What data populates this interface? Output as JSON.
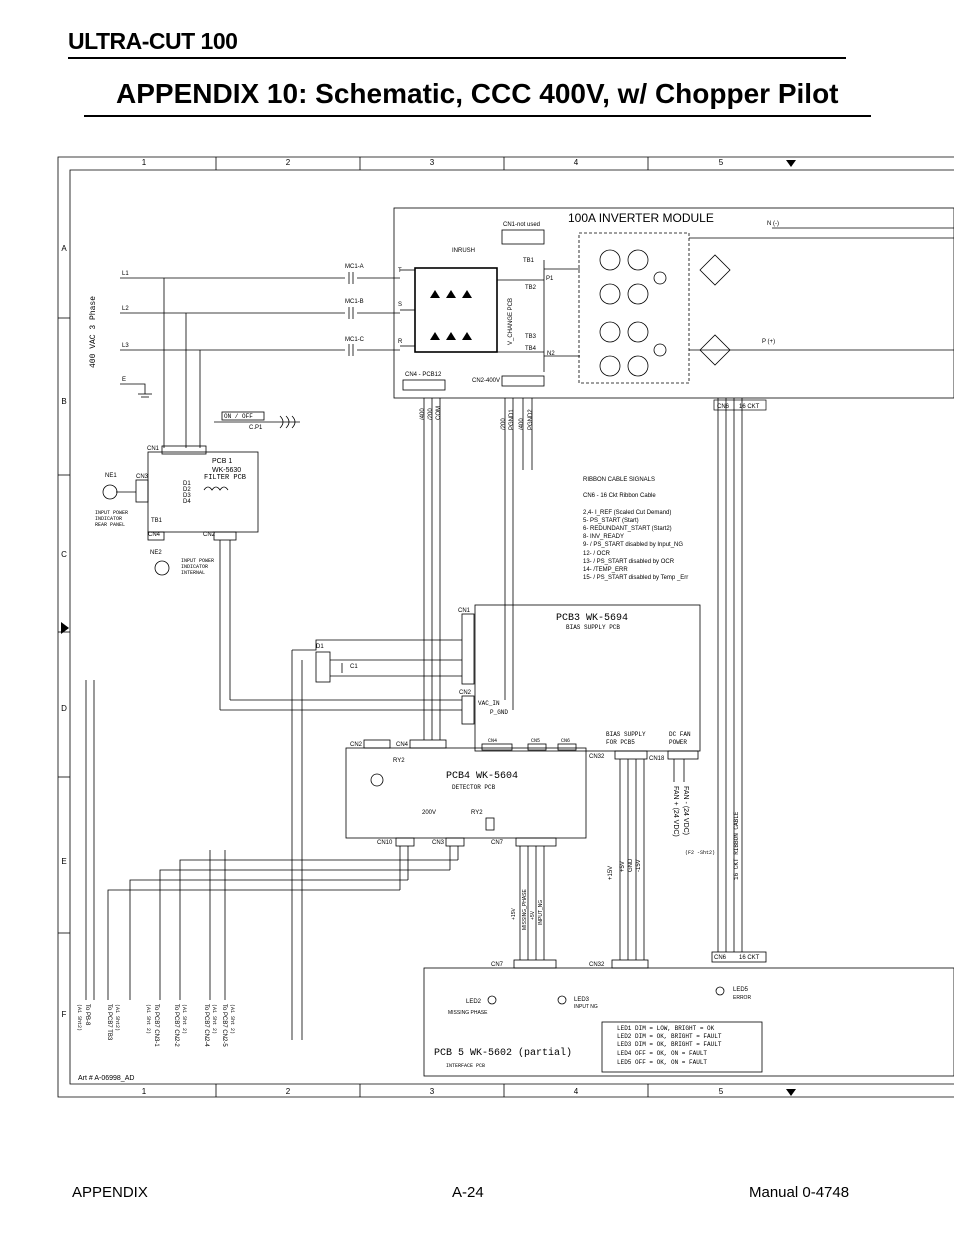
{
  "header": {
    "brand": "ULTRA-CUT 100",
    "title": "APPENDIX 10: Schematic, CCC 400V, w/ Chopper Pilot"
  },
  "grid": {
    "columns": [
      "1",
      "2",
      "3",
      "4",
      "5"
    ],
    "rows": [
      "A",
      "B",
      "C",
      "D",
      "E",
      "F"
    ]
  },
  "schematic": {
    "inverter_title": "100A INVERTER MODULE",
    "cn1_not_used": "CN1-not used",
    "inrush": "INRUSH",
    "tb1": "TB1",
    "tb2": "TB2",
    "tb3": "TB3",
    "tb4": "TB4",
    "p1": "P1",
    "n2": "N2",
    "n_minus": "N (-)",
    "p_plus": "P (+)",
    "v_change": "V_CHANGE PCB",
    "mc1a": "MC1-A",
    "mc1b": "MC1-B",
    "mc1c": "MC1-C",
    "t": "T",
    "s": "S",
    "r": "R",
    "cn4_pcb12": "CN4 - PCB12",
    "cn2_400v": "CN2-400V",
    "wire_400": "/400",
    "wire_200": "/200",
    "wire_com": "COM",
    "wire_200b": "/200",
    "wire_pgnd1": "PGND1",
    "wire_400b": "/400",
    "wire_pgnd2": "PGND2",
    "cn6_top": "CN6",
    "ckt16_top": "16 CKT",
    "phase_label": "400 VAC   3 Phase",
    "l1": "L1",
    "l2": "L2",
    "l3": "L3",
    "e": "E",
    "on_off": "ON / OFF",
    "cp1": "C.P1",
    "pcb1": "PCB 1",
    "pcb1_wk": "WK-5630",
    "filter_pcb": "FILTER PCB",
    "cn1_pcb1": "CN1",
    "cn3_pcb1": "CN3",
    "cn4_pcb1": "CN4",
    "cn2_pcb1": "CN2",
    "tb1_pcb1": "TB1",
    "d1": "D1",
    "d2": "D2",
    "d3": "D3",
    "d4": "D4",
    "ne1": "NE1",
    "ne2": "NE2",
    "ne1_note": [
      "INPUT POWER",
      "INDICATOR",
      "REAR PANEL"
    ],
    "ne2_note": [
      "INPUT POWER",
      "INDICATOR",
      "INTERNAL"
    ],
    "ribbon_title": "RIBBON CABLE SIGNALS",
    "ribbon_sub": "CN6 - 16 Ckt Ribbon Cable",
    "ribbon_lines": [
      "2,4- I_REF (Scaled Cut Demand)",
      "5-  PS_START (Start)",
      "6-  REDUNDANT_START (Start2)",
      "8-  INV_READY",
      "9- / PS_START disabled by Input_NG",
      "12- / OCR",
      "13- / PS_START disabled by OCR",
      "14- /TEMP_ERR",
      "15- / PS_START disabled by Temp _Err"
    ],
    "pcb3_title": "PCB3  WK-5694",
    "pcb3_sub": "BIAS SUPPLY PCB",
    "cn1_pcb3": "CN1",
    "cn2_pcb3": "CN2",
    "vac_in": "VAC_IN",
    "p_gnd": "P_GND",
    "cn4_pcb3": "CN4",
    "cn5_pcb3": "CN5",
    "cn6_pcb3": "CN6",
    "bias_supply": [
      "BIAS SUPPLY",
      "FOR PCB5"
    ],
    "dc_fan": [
      "DC FAN",
      "POWER"
    ],
    "cn32_a": "CN32",
    "cn18": "CN18",
    "d1_diode": "D1",
    "c1": "C1",
    "pcb4_title": "PCB4  WK-5604",
    "pcb4_sub": "DETECTOR PCB",
    "cn2_pcb4": "CN2",
    "cn4_pcb4": "CN4",
    "ry2_a": "RY2",
    "ry2_b": "RY2",
    "v200": "200V",
    "cn10": "CN10",
    "cn3_pcb4": "CN3",
    "cn7_pcb4": "CN7",
    "p15v_a": "+15V",
    "p5v_a": "+5V",
    "gnd_a": "GND",
    "m15v": "-15V",
    "fan_plus": "FAN + (24 VDC)",
    "fan_minus": "FAN - (24 VDC)",
    "f2_note": "(F2 -Sht2)",
    "ribbon_cable": "16 CKT RIBBON CABLE",
    "p15v_b": "+15V",
    "missing_phase": "MISSING_PHASE",
    "p5v_b": "+5V",
    "input_ng": "INPUT_NG",
    "cn6_bot": "CN6",
    "ckt16_bot": "16 CKT",
    "cn7_pcb5": "CN7",
    "cn32_b": "CN32",
    "led2": "LED2",
    "led2_sub": "MISSING PHASE",
    "led3": "LED3",
    "led3_sub": "INPUT NG",
    "led5": "LED5",
    "led5_sub": "ERROR",
    "pcb5_title": "PCB 5 WK-5602 (partial)",
    "pcb5_sub": "INTERFACE PCB",
    "led_table": [
      "LED1   DIM = LOW, BRIGHT = OK",
      "LED2   DIM = OK, BRIGHT = FAULT",
      "LED3   DIM = OK, BRIGHT = FAULT",
      "LED4   OFF = OK, ON = FAULT",
      "LED5   OFF = OK, ON = FAULT"
    ],
    "to_labels": [
      "To PB-8",
      "To PCB7 TB3",
      "To PCB7 CN3-1",
      "To PCB7 CN2-2",
      "To PCB7 CN2-4",
      "To PCB7 CN2-5"
    ],
    "to_notes": [
      "(A1 Sht2)",
      "(A1 Sht2)",
      "(A1 Sht 2)",
      "(A1 Sht 2)",
      "(A1 Sht 2)",
      "(A1 Sht 2)"
    ],
    "art_no": "Art # A-06998_AD"
  },
  "footer": {
    "left": "APPENDIX",
    "center": "A-24",
    "right": "Manual 0-4748"
  }
}
